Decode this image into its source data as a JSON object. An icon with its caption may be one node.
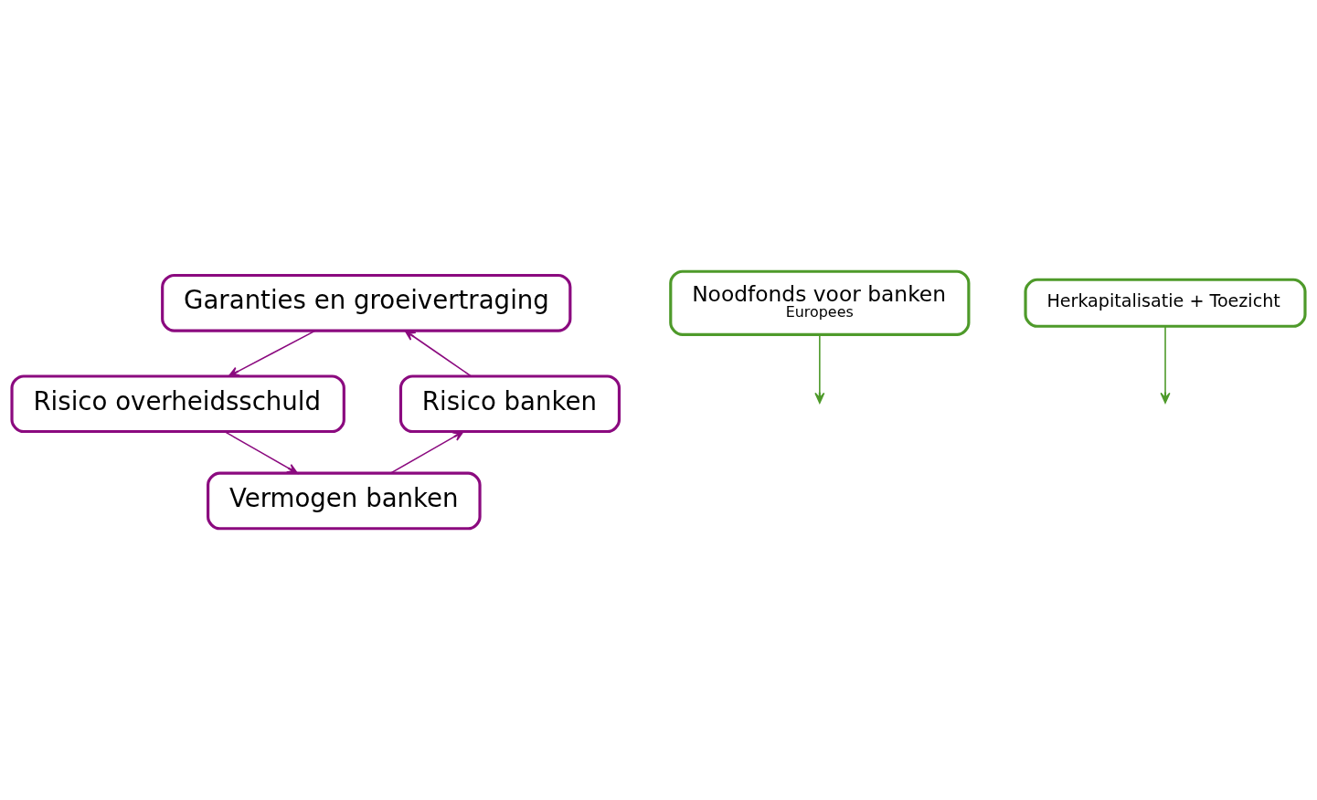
{
  "diagram": {
    "nodes": [
      {
        "text": [
          "Garanties en groeivertraging"
        ]
      },
      {
        "text": [
          "Risico overheidsschuld"
        ]
      },
      {
        "text": [
          "Vermogen banken"
        ]
      },
      {
        "text": [
          "Risico banken"
        ]
      },
      {
        "text": [
          "Noodfonds voor banken",
          "Europees"
        ]
      },
      {
        "text": [
          "Herkapitalisatie + Toezicht"
        ]
      }
    ],
    "edges": [
      {
        "from": 0,
        "to": 1,
        "arrow": "to"
      },
      {
        "from": 1,
        "to": 2,
        "arrow": "to"
      },
      {
        "from": 2,
        "to": 3,
        "arrow": "to"
      },
      {
        "from": 3,
        "to": 0,
        "arrow": "to"
      },
      {
        "from": 4,
        "to": null,
        "arrow": "to",
        "color": "#4e9a2a"
      },
      {
        "from": 5,
        "to": null,
        "arrow": "to",
        "color": "#4e9a2a"
      }
    ]
  }
}
